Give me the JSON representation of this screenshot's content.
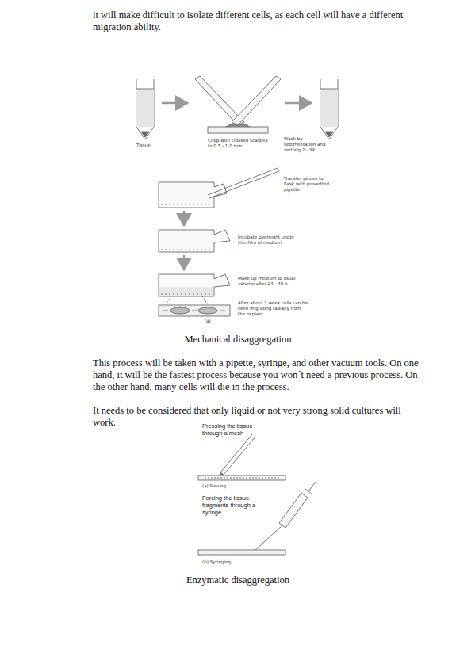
{
  "diagram": {
    "labels": [
      "it will make difficult to isolate different cells, as each cell will have a different migration ability.",
      "Tissue",
      "Chop with crossed scalpels to 0.5 - 1.0 mm",
      "Wash by sedimentation and settling 2 - 3X",
      "Transfer pieces to flask with prewetted pipette",
      "Incubate overnight under thin film of medium",
      "Make up medium to usual volume after 24 - 48 h",
      "After about 1 week cells can be seen migrating radially from the explant",
      "(a)",
      "Mechanical disaggregation",
      "This process will be taken with a pipette, syringe, and other vacuum tools. On one hand, it will be the fastest process because you won´t need a previous process. On the other hand, many cells will die in the process.",
      "It needs to be considered that only liquid or not very strong solid cultures will work.",
      "Pressing the tissue through a mesh",
      "(a) Sieving",
      "Forcing the tissue fragments through a syringe",
      "(b) Syringing",
      "Enzymatic disaggregation"
    ]
  }
}
